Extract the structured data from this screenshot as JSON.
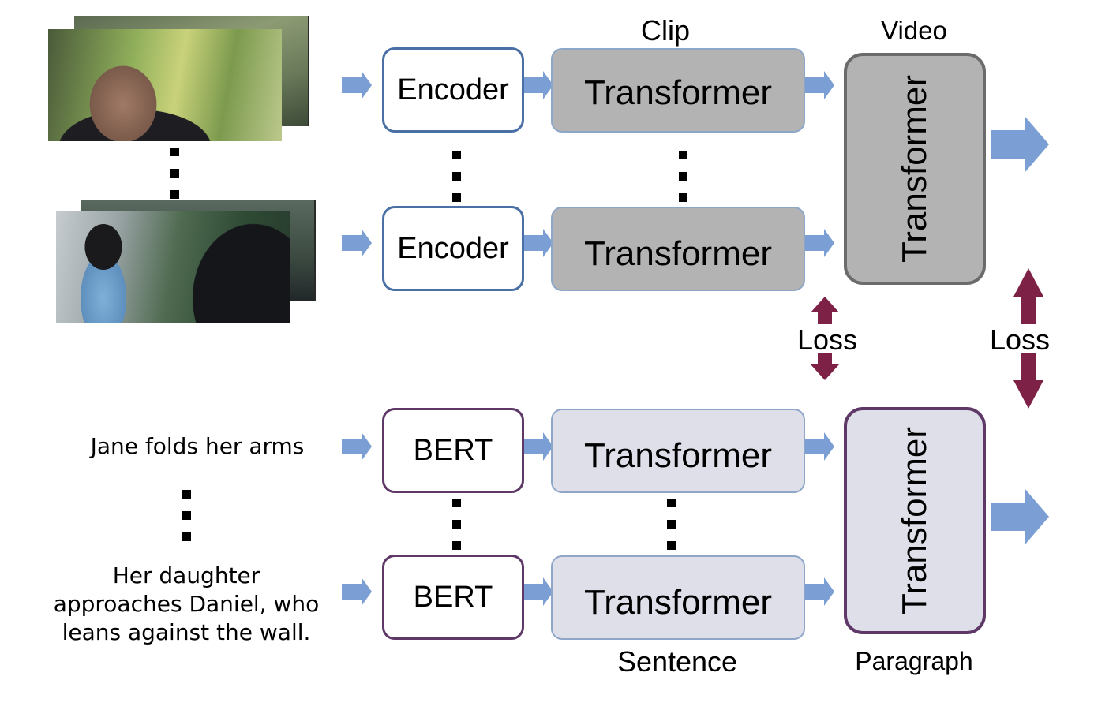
{
  "top_labels": {
    "clip": "Clip",
    "video": "Video"
  },
  "bottom_labels": {
    "sentence": "Sentence",
    "paragraph": "Paragraph"
  },
  "video_branch": {
    "encoder_1": "Encoder",
    "encoder_2": "Encoder",
    "clip_transformer_1": "Transformer",
    "clip_transformer_2": "Transformer",
    "video_transformer": "Transformer"
  },
  "text_branch": {
    "bert_1": "BERT",
    "bert_2": "BERT",
    "sentence_transformer_1": "Transformer",
    "sentence_transformer_2": "Transformer",
    "paragraph_transformer": "Transformer"
  },
  "losses": {
    "clip_sentence": "Loss",
    "video_paragraph": "Loss"
  },
  "sentences": {
    "first": "Jane folds her arms",
    "second_lines": [
      "Her daughter",
      "approaches Daniel, who",
      "leans against the wall."
    ]
  },
  "colors": {
    "flow_arrow": "#7b9fd4",
    "loss_arrow": "#7d2146",
    "video_box_fill": "#b3b3b3",
    "text_box_fill": "#dfdfea",
    "encoder_border": "#4a6fa5",
    "bert_border": "#5e3866"
  }
}
